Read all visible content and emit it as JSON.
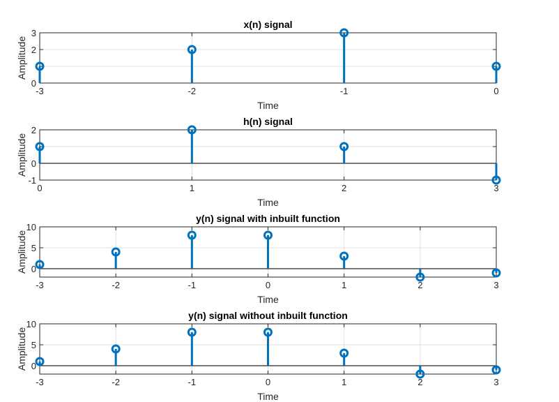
{
  "colors": {
    "stem": "#0072BD",
    "grid": "#DFDFDF",
    "axes": "#262626",
    "baseline": "#262626"
  },
  "chart_data": [
    {
      "type": "stem",
      "title": "x(n) signal",
      "xlabel": "Time",
      "ylabel": "Amplitude",
      "x": [
        -3,
        -2,
        -1,
        0
      ],
      "y": [
        1,
        2,
        3,
        1
      ],
      "xlim": [
        -3,
        0
      ],
      "ylim": [
        0,
        3
      ],
      "xticks": [
        -3,
        -2,
        -1,
        0
      ],
      "yticks": [
        0,
        1,
        2,
        3
      ],
      "ytick_labels": [
        "0",
        "",
        "2",
        "3"
      ],
      "grid": true
    },
    {
      "type": "stem",
      "title": "h(n) signal",
      "xlabel": "Time",
      "ylabel": "Amplitude",
      "x": [
        0,
        1,
        2,
        3
      ],
      "y": [
        1,
        2,
        1,
        -1
      ],
      "xlim": [
        0,
        3
      ],
      "ylim": [
        -1,
        2
      ],
      "xticks": [
        0,
        1,
        2,
        3
      ],
      "yticks": [
        -1,
        0,
        1,
        2
      ],
      "ytick_labels": [
        "-1",
        "0",
        "",
        "2"
      ],
      "grid": true
    },
    {
      "type": "stem",
      "title": "y(n) signal with inbuilt function",
      "xlabel": "Time",
      "ylabel": "Amplitude",
      "x": [
        -3,
        -2,
        -1,
        0,
        1,
        2,
        3
      ],
      "y": [
        1,
        4,
        8,
        8,
        3,
        -2,
        -1
      ],
      "xlim": [
        -3,
        3
      ],
      "ylim": [
        -2,
        10
      ],
      "xticks": [
        -3,
        -2,
        -1,
        0,
        1,
        2,
        3
      ],
      "yticks": [
        0,
        5,
        10
      ],
      "ytick_labels": [
        "0",
        "5",
        "10"
      ],
      "grid": true
    },
    {
      "type": "stem",
      "title": "y(n) signal without inbuilt function",
      "xlabel": "Time",
      "ylabel": "Amplitude",
      "x": [
        -3,
        -2,
        -1,
        0,
        1,
        2,
        3
      ],
      "y": [
        1,
        4,
        8,
        8,
        3,
        -2,
        -1
      ],
      "xlim": [
        -3,
        3
      ],
      "ylim": [
        -2,
        10
      ],
      "xticks": [
        -3,
        -2,
        -1,
        0,
        1,
        2,
        3
      ],
      "yticks": [
        0,
        5,
        10
      ],
      "ytick_labels": [
        "0",
        "5",
        "10"
      ],
      "grid": true
    }
  ]
}
